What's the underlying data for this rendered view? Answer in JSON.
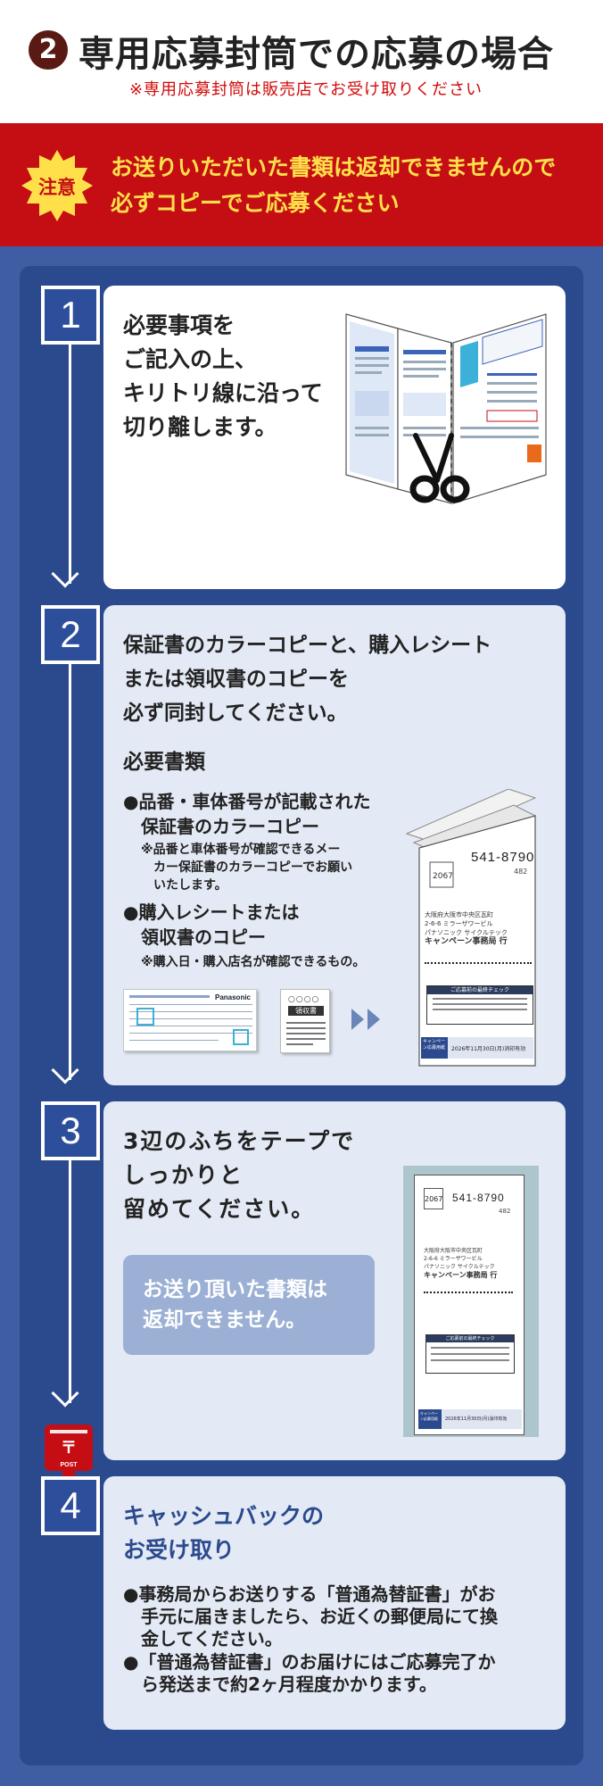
{
  "header": {
    "number": "2",
    "title": "専用応募封筒での応募の場合",
    "subtitle": "※専用応募封筒は販売店でお受け取りください"
  },
  "warning": {
    "badge": "注意",
    "line1": "お送りいただいた書類は返却できませんので",
    "line2": "必ずコピーでご応募ください"
  },
  "steps": [
    {
      "number": "1",
      "lines": [
        "必要事項を",
        "ご記入の上、",
        "キリトリ線に沿って",
        "切り離します。"
      ]
    },
    {
      "number": "2",
      "lines": [
        "保証書のカラーコピーと、購入レシート",
        "または領収書のコピーを",
        "必ず同封してください。"
      ],
      "docs_heading": "必要書類",
      "item1_line1": "●品番・車体番号が記載された",
      "item1_line2": "保証書のカラーコピー",
      "item1_note": [
        "※品番と車体番号が確認できるメー",
        "カー保証書のカラーコピーでお願い",
        "いたします。"
      ],
      "item2_line1": "●購入レシートまたは",
      "item2_line2": "領収書のコピー",
      "item2_note": "※購入日・購入店名が確認できるもの。",
      "receipt_label": "領収書",
      "brand_label": "Panasonic"
    },
    {
      "number": "3",
      "lines": [
        "3辺のふちをテープで",
        "しっかりと",
        "留めてください。"
      ],
      "notice": [
        "お送り頂いた書類は",
        "返却できません。"
      ],
      "post_label": "POST"
    },
    {
      "number": "4",
      "title": [
        "キャッシュバックの",
        "お受け取り"
      ],
      "body1": [
        "●事務局からお送りする「普通為替証書」がお",
        "手元に届きましたら、お近くの郵便局にて換",
        "金してください。"
      ],
      "body2": [
        "●「普通為替証書」のお届けにはご応募完了か",
        "ら発送まで約2ヶ月程度かかります。"
      ]
    }
  ],
  "envelope": {
    "zip": "541-8790",
    "subzip": "482",
    "stamp": "2067",
    "addr1": "大阪府大阪市中央区瓦町",
    "addr2": "2-6-6 ミラーザワービル",
    "company": "パナソニック サイクルテック",
    "office": "キャンペーン事務局 行",
    "check_title": "ご応募前の最終チェック",
    "deadline": "2026年11月30日(月)消印有効",
    "campaign_tag": "キャンペーン応募用紙"
  },
  "colors": {
    "accent_red": "#c40e14",
    "navy": "#2b4a8e",
    "yellow": "#ffe04a"
  }
}
